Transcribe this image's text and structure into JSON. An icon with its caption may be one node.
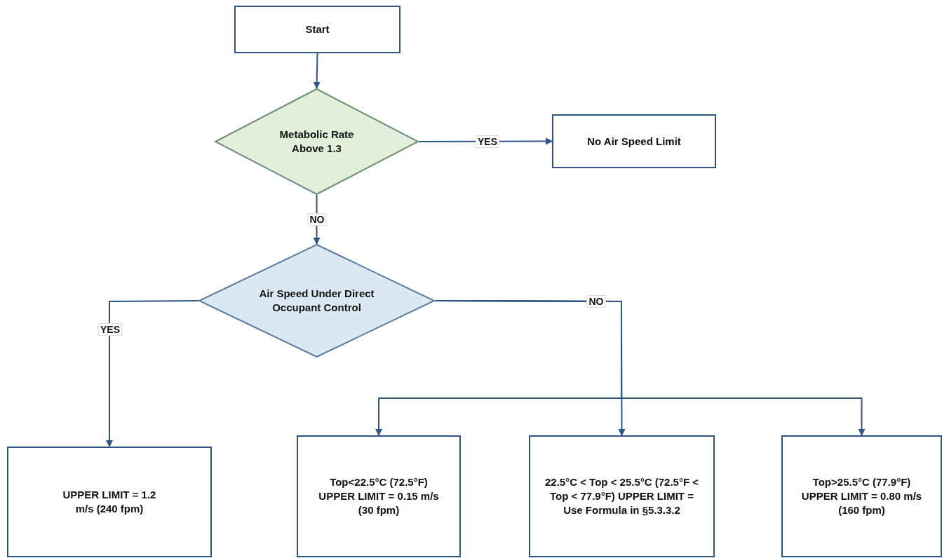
{
  "diagram": {
    "nodes": [
      {
        "text": [
          "Start"
        ]
      },
      {
        "text": [
          "Metabolic Rate Above 1.3"
        ]
      },
      {
        "text": [
          "No Air Speed Limit"
        ]
      },
      {
        "text": [
          "Air Speed Under Direct Occupant Control"
        ]
      },
      {
        "text": [
          "UPPER LIMIT = 1.2 m/s (240 fpm)"
        ]
      },
      {
        "text": [
          "Top<22.5°C (72.5°F) UPPER LIMIT = 0.15 m/s (30 fpm)"
        ]
      },
      {
        "text": [
          "22.5°C < Top < 25.5°C (72.5°F < Top < 77.9°F) UPPER LIMIT = Use Formula in §5.3.3.2"
        ]
      },
      {
        "text": [
          "Top>25.5°C (77.9°F) UPPER LIMIT = 0.80 m/s (160 fpm)"
        ]
      }
    ],
    "edges": [
      {
        "from": 0,
        "to": 1,
        "arrow": "to"
      },
      {
        "from": 1,
        "to": 2,
        "arrow": "to",
        "label": "YES"
      },
      {
        "from": 1,
        "to": 3,
        "arrow": "to",
        "label": "NO"
      },
      {
        "from": 3,
        "to": 4,
        "arrow": "to",
        "label": "YES"
      },
      {
        "from": 3,
        "to": 5,
        "arrow": "to"
      },
      {
        "from": 3,
        "to": 6,
        "arrow": "to",
        "label": "NO"
      },
      {
        "from": 3,
        "to": 7,
        "arrow": "to"
      }
    ]
  }
}
